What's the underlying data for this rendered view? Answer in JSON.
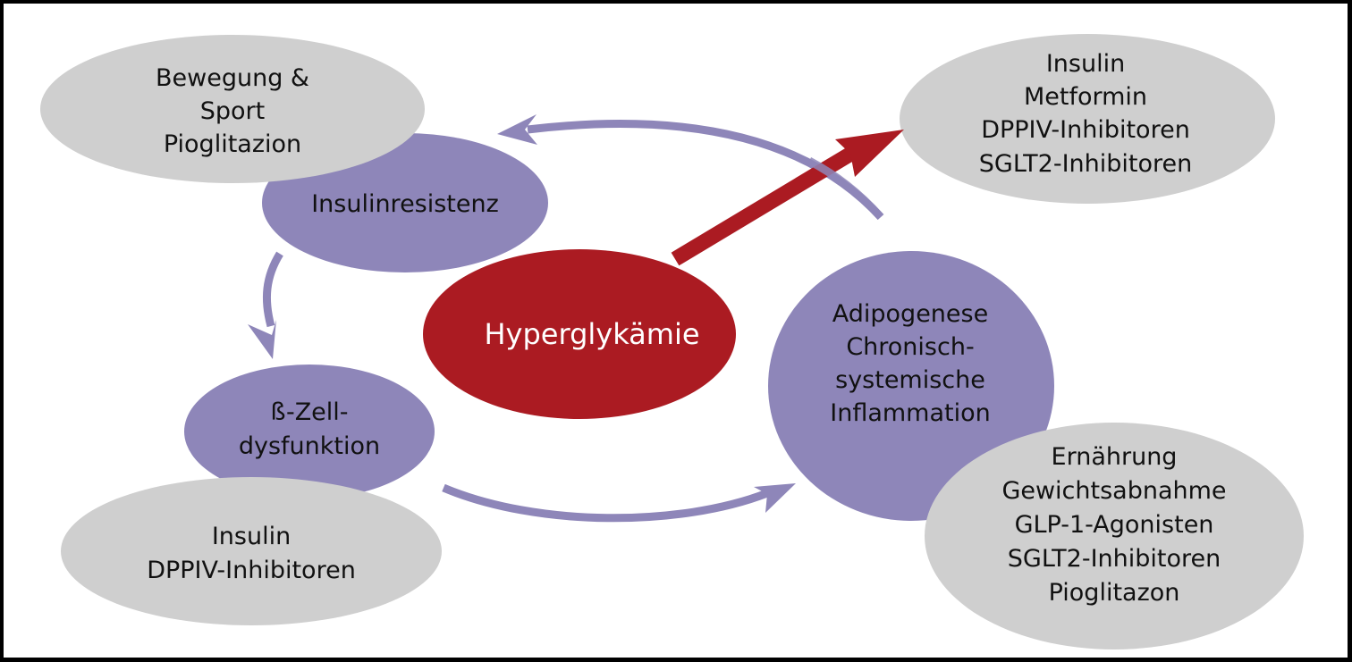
{
  "colors": {
    "grey_node": "#cfcfcf",
    "purple_node": "#8e86b9",
    "red_node": "#ab1b22",
    "arrow_purple": "#8e86b9",
    "arrow_red": "#ab1b22",
    "text_dark": "#111111",
    "text_light": "#ffffff",
    "border": "#000000"
  },
  "nodes": {
    "bewegung": {
      "lines": [
        "Bewegung &",
        "Sport",
        "Pioglitazion"
      ]
    },
    "insulinresistenz": {
      "lines": [
        "Insulinresistenz"
      ]
    },
    "beta_zell": {
      "lines": [
        "ß-Zell-",
        "dysfunktion"
      ]
    },
    "insulin_dppiv": {
      "lines": [
        "Insulin",
        "DPPIV-Inhibitoren"
      ]
    },
    "hyperglykaemie": {
      "lines": [
        "Hyperglykämie"
      ]
    },
    "adipogenese": {
      "lines": [
        "Adipogenese",
        "Chronisch-",
        "systemische",
        "Inflammation"
      ]
    },
    "insulin_metformin": {
      "lines": [
        "Insulin",
        "Metformin",
        "DPPIV-Inhibitoren",
        "SGLT2-Inhibitoren"
      ]
    },
    "ernaehrung": {
      "lines": [
        "Ernährung",
        "Gewichtsabnahme",
        "GLP-1-Agonisten",
        "SGLT2-Inhibitoren",
        "Pioglitazon"
      ]
    }
  },
  "edges": [
    {
      "from": "adipogenese",
      "to": "insulinresistenz",
      "style": "purple-curved"
    },
    {
      "from": "insulinresistenz",
      "to": "beta_zell",
      "style": "purple-curved"
    },
    {
      "from": "beta_zell",
      "to": "adipogenese",
      "style": "purple-curved"
    },
    {
      "from": "hyperglykaemie",
      "to": "insulin_metformin",
      "style": "red-straight"
    }
  ]
}
